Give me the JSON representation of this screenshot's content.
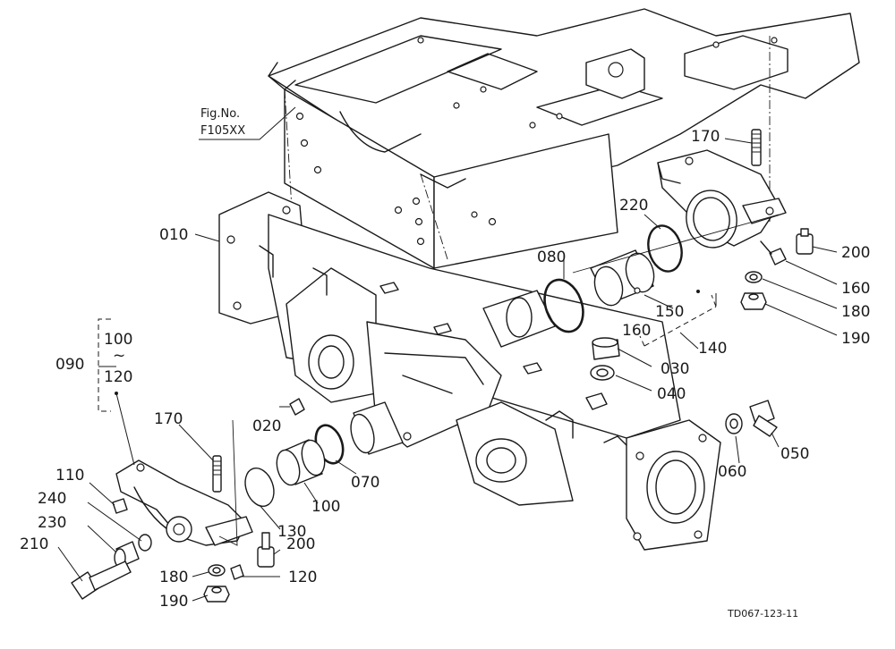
{
  "figure_ref": {
    "line1": "Fig.No.",
    "line2": "F105XX"
  },
  "drawing_code": "TD067-123-11",
  "callouts": {
    "c010": "010",
    "c020": "020",
    "c030": "030",
    "c040": "040",
    "c050": "050",
    "c060": "060",
    "c070": "070",
    "c080": "080",
    "c090": "090",
    "c100_range": "100",
    "range_mark": "~",
    "c120_range": "120",
    "c100": "100",
    "c110": "110",
    "c120": "120",
    "c130": "130",
    "c140": "140",
    "c150": "150",
    "c160_group": "160",
    "c160": "160",
    "c170_top": "170",
    "c170_left": "170",
    "c180_right": "180",
    "c180_left": "180",
    "c190_right": "190",
    "c190_left": "190",
    "c200_right": "200",
    "c200_left": "200",
    "c210": "210",
    "c220": "220",
    "c230": "230",
    "c240": "240"
  }
}
